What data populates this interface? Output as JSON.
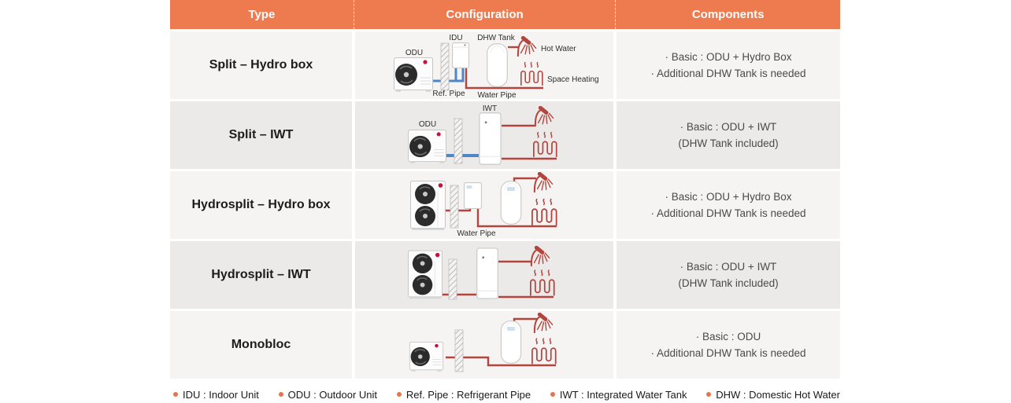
{
  "table": {
    "header": {
      "bg_color": "#EE7A4F",
      "text_color": "#FFFFFF",
      "columns": [
        "Type",
        "Configuration",
        "Components"
      ]
    },
    "row_colors": {
      "light": "#F6F4F2",
      "dark": "#ECEAE9"
    },
    "rows": [
      {
        "type": "Split – Hydro box",
        "components": [
          "· Basic : ODU + Hydro Box",
          "· Additional DHW Tank is needed"
        ],
        "labels": {
          "odu": "ODU",
          "idu": "IDU",
          "dhw_tank": "DHW Tank",
          "hot_water": "Hot Water",
          "space_heating": "Space Heating",
          "ref_pipe": "Ref. Pipe",
          "water_pipe": "Water Pipe"
        }
      },
      {
        "type": "Split – IWT",
        "components": [
          "· Basic : ODU + IWT",
          "(DHW Tank included)"
        ],
        "labels": {
          "odu": "ODU",
          "iwt": "IWT"
        }
      },
      {
        "type": "Hydrosplit – Hydro box",
        "components": [
          "· Basic : ODU + Hydro Box",
          "· Additional DHW Tank is needed"
        ],
        "labels": {
          "water_pipe": "Water Pipe"
        }
      },
      {
        "type": "Hydrosplit – IWT",
        "components": [
          "· Basic : ODU + IWT",
          "(DHW Tank included)"
        ],
        "labels": {}
      },
      {
        "type": "Monobloc",
        "components": [
          "· Basic : ODU",
          "· Additional DHW Tank is needed"
        ],
        "labels": {}
      }
    ]
  },
  "legend": {
    "bullet_color": "#E8724D",
    "items": [
      {
        "label": "IDU : Indoor Unit"
      },
      {
        "label": "ODU : Outdoor Unit"
      },
      {
        "label": "Ref. Pipe : Refrigerant Pipe"
      },
      {
        "label": "IWT : Integrated Water Tank"
      },
      {
        "label": "DHW : Domestic Hot Water"
      }
    ]
  },
  "diagram_colors": {
    "refrigerant_pipe": "#4D87C8",
    "water_pipe": "#B2453E"
  }
}
